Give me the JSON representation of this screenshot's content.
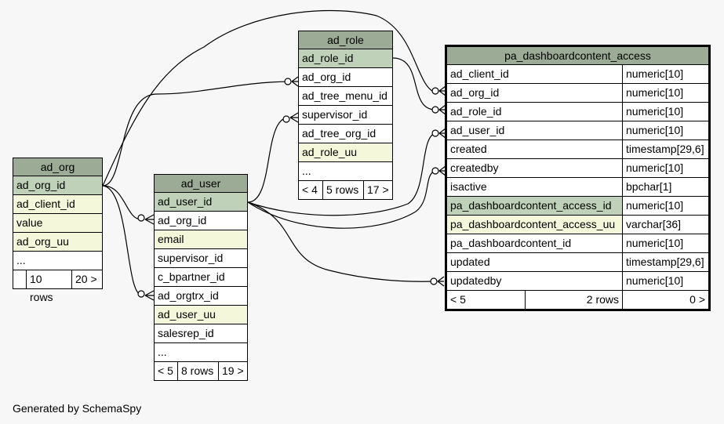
{
  "tables": {
    "ad_org": {
      "title": "ad_org",
      "columns": [
        "ad_org_id",
        "ad_client_id",
        "value",
        "ad_org_uu",
        "..."
      ],
      "footer": [
        "",
        "10 rows",
        "20 >"
      ]
    },
    "ad_user": {
      "title": "ad_user",
      "columns": [
        "ad_user_id",
        "ad_org_id",
        "email",
        "supervisor_id",
        "c_bpartner_id",
        "ad_orgtrx_id",
        "ad_user_uu",
        "salesrep_id",
        "..."
      ],
      "footer": [
        "< 5",
        "8 rows",
        "19 >"
      ]
    },
    "ad_role": {
      "title": "ad_role",
      "columns": [
        "ad_role_id",
        "ad_org_id",
        "ad_tree_menu_id",
        "supervisor_id",
        "ad_tree_org_id",
        "ad_role_uu",
        "..."
      ],
      "footer": [
        "< 4",
        "5 rows",
        "17 >"
      ]
    },
    "pa_dashboardcontent_access": {
      "title": "pa_dashboardcontent_access",
      "columns": [
        {
          "name": "ad_client_id",
          "type": "numeric[10]"
        },
        {
          "name": "ad_org_id",
          "type": "numeric[10]"
        },
        {
          "name": "ad_role_id",
          "type": "numeric[10]"
        },
        {
          "name": "ad_user_id",
          "type": "numeric[10]"
        },
        {
          "name": "created",
          "type": "timestamp[29,6]"
        },
        {
          "name": "createdby",
          "type": "numeric[10]"
        },
        {
          "name": "isactive",
          "type": "bpchar[1]"
        },
        {
          "name": "pa_dashboardcontent_access_id",
          "type": "numeric[10]"
        },
        {
          "name": "pa_dashboardcontent_access_uu",
          "type": "varchar[36]"
        },
        {
          "name": "pa_dashboardcontent_id",
          "type": "numeric[10]"
        },
        {
          "name": "updated",
          "type": "timestamp[29,6]"
        },
        {
          "name": "updatedby",
          "type": "numeric[10]"
        }
      ],
      "footer": [
        "< 5",
        "2 rows",
        "0 >"
      ]
    }
  },
  "footer_text": "Generated by SchemaSpy"
}
